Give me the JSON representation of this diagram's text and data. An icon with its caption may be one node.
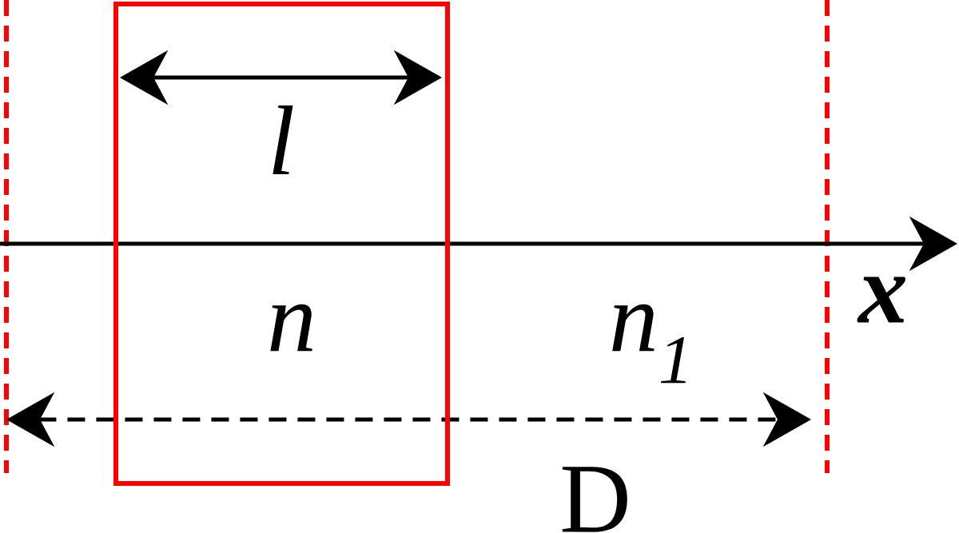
{
  "diagram": {
    "nodes": [
      {
        "text": [
          "l",
          "n"
        ]
      }
    ],
    "labels": [
      "n$_{1}$",
      "x",
      "D"
    ]
  }
}
